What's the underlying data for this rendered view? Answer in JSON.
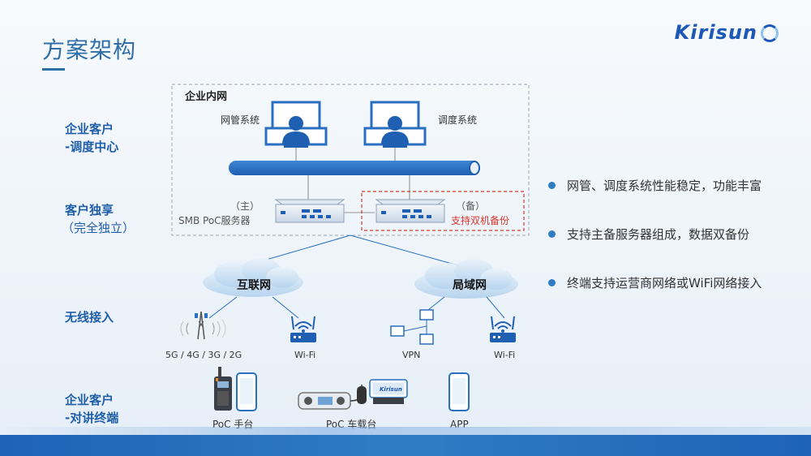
{
  "slide": {
    "title": "方案架构",
    "brand": "Kirisun"
  },
  "left_labels": {
    "center_line1": "企业客户",
    "center_line2": "-调度中心",
    "exclusive_line1": "客户独享",
    "exclusive_line2": "（完全独立）",
    "wireless": "无线接入",
    "terminal_line1": "企业客户",
    "terminal_line2": "-对讲终端"
  },
  "diagram": {
    "intranet_label": "企业内网",
    "nms_label": "网管系统",
    "dispatch_label": "调度系统",
    "main_tag": "（主）",
    "server_label": "SMB PoC服务器",
    "backup_tag": "（备）",
    "dual_backup_label": "支持双机备份",
    "internet_label": "互联网",
    "lan_label": "局域网",
    "cellular_label": "5G / 4G / 3G / 2G",
    "wifi_label_1": "Wi-Fi",
    "vpn_label": "VPN",
    "wifi_label_2": "Wi-Fi",
    "handheld_label": "PoC 手台",
    "vehicle_label": "PoC 车载台",
    "app_label": "APP",
    "vehicle_brand": "Kirisun"
  },
  "bullets": [
    "网管、调度系统性能稳定，功能丰富",
    "支持主备服务器组成，数据双备份",
    "终端支持运营商网络或WiFi网络接入"
  ],
  "colors": {
    "accent": "#2f6ea8",
    "label_blue": "#1f5ea8",
    "bus_blue": "#2a6fc0",
    "backup_red": "#d9342b"
  }
}
